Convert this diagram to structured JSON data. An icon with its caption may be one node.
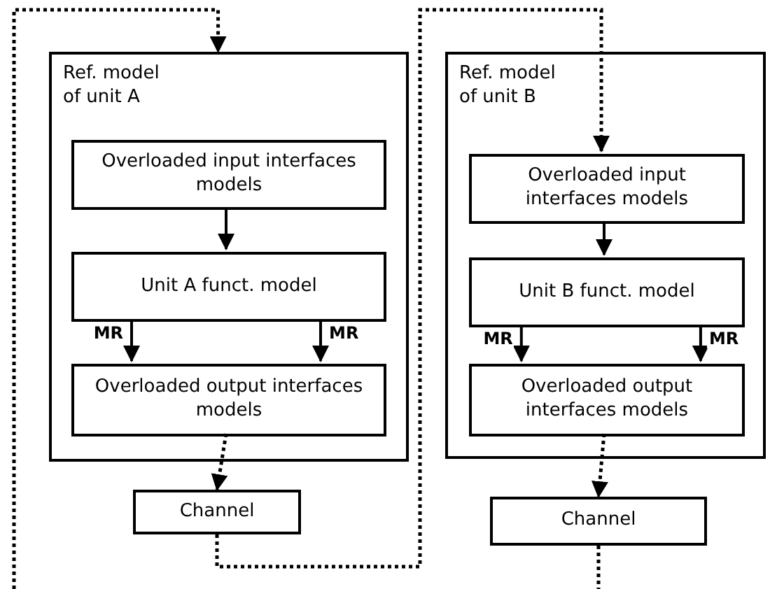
{
  "diagram": {
    "nodes": [
      {
        "text": [
          "Ref. model of unit A"
        ]
      },
      {
        "text": [
          "Overloaded input interfaces models"
        ],
        "in": 0
      },
      {
        "text": [
          "Unit A funct. model"
        ],
        "in": 0
      },
      {
        "text": [
          "Overloaded output interfaces models"
        ],
        "in": 0
      },
      {
        "text": [
          "Channel"
        ]
      },
      {
        "text": [
          "Ref. model of unit B"
        ]
      },
      {
        "text": [
          "Overloaded input interfaces models"
        ],
        "in": 5
      },
      {
        "text": [
          "Unit B funct. model"
        ],
        "in": 5
      },
      {
        "text": [
          "Overloaded output interfaces models"
        ],
        "in": 5
      },
      {
        "text": [
          "Channel"
        ]
      }
    ],
    "edges": [
      {
        "from": null,
        "to": 0,
        "arrow": "to",
        "style": "dashed"
      },
      {
        "from": 1,
        "to": 2,
        "arrow": "to"
      },
      {
        "from": 2,
        "to": 3,
        "arrow": "to",
        "label": "MR"
      },
      {
        "from": 2,
        "to": 3,
        "arrow": "to",
        "label": "MR"
      },
      {
        "from": 3,
        "to": 4,
        "arrow": "to",
        "style": "dashed"
      },
      {
        "from": 4,
        "to": 6,
        "arrow": "to",
        "style": "dashed"
      },
      {
        "from": 6,
        "to": 7,
        "arrow": "to"
      },
      {
        "from": 7,
        "to": 8,
        "arrow": "to",
        "label": "MR"
      },
      {
        "from": 7,
        "to": 8,
        "arrow": "to",
        "label": "MR"
      },
      {
        "from": 8,
        "to": 9,
        "arrow": "to",
        "style": "dashed"
      },
      {
        "from": 9,
        "to": null,
        "arrow": "none",
        "style": "dashed"
      }
    ]
  }
}
